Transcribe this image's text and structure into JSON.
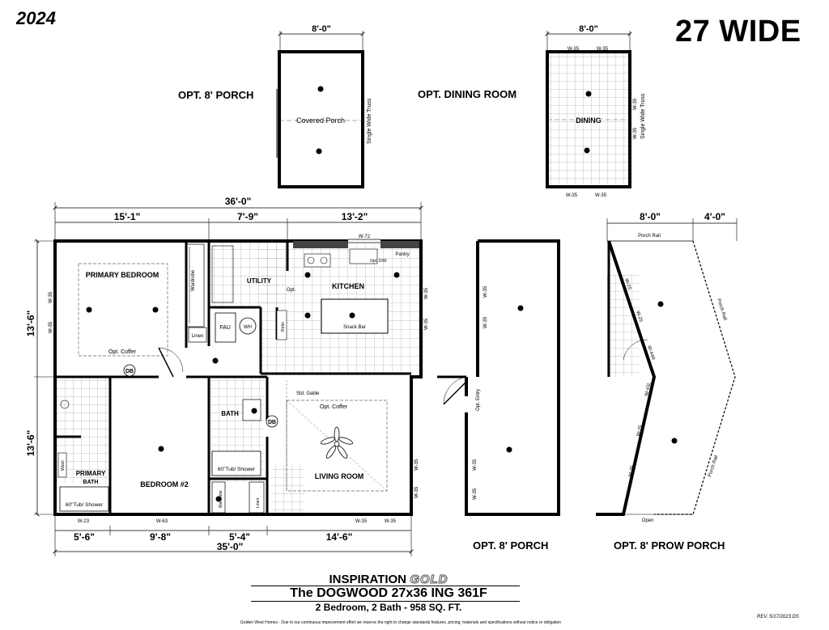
{
  "header": {
    "year": "2024",
    "width_label": "27 WIDE"
  },
  "options": {
    "porch_top": {
      "title": "OPT. 8' PORCH",
      "dim": "8'-0\"",
      "room": "Covered Porch",
      "truss": "Single Wide Truss"
    },
    "dining": {
      "title": "OPT. DINING ROOM",
      "dim": "8'-0\"",
      "room": "DINING",
      "truss": "Single Wide Truss",
      "windows": [
        "W-35",
        "W-35",
        "W-35",
        "W-35",
        "W-35",
        "W-35"
      ]
    },
    "porch_side": {
      "title": "OPT. 8' PORCH",
      "entry": "Opt. Entry",
      "windows": [
        "W-35",
        "W-35",
        "W-35",
        "W-35"
      ]
    },
    "prow": {
      "title": "OPT. 8' PROW PORCH",
      "dim_a": "8'-0\"",
      "dim_b": "4'-0\"",
      "rail_top": "Porch Rail",
      "rail_a": "Porch Rail",
      "rail_b": "Porch Rail",
      "open": "Open",
      "windows": [
        "W-25",
        "W-25",
        "W-44R",
        "W-43L",
        "W-25",
        "W-25"
      ]
    }
  },
  "plan": {
    "top_dims": {
      "overall": "36'-0\"",
      "a": "15'-1\"",
      "b": "7'-9\"",
      "c": "13'-2\""
    },
    "left_dims": {
      "a": "13'-6\"",
      "b": "13'-6\""
    },
    "bottom_dims": {
      "overall": "35'-0\"",
      "a": "5'-6\"",
      "b": "9'-8\"",
      "c": "5'-4\"",
      "d": "14'-6\""
    },
    "rooms": {
      "primary_bedroom": "PRIMARY BEDROOM",
      "opt_coffer_1": "Opt. Coffer",
      "wardrobe_1": "Wardrobe",
      "linen": "Linen",
      "utility": "UTILITY",
      "opt": "Opt.",
      "fau": "FAU",
      "wh": "WH",
      "kitchen": "KITCHEN",
      "snack_bar": "Snack Bar",
      "pantry": "Pantry",
      "opt_dw": "Opt. D/W",
      "refer": "Refer",
      "db_1": "DB",
      "db_2": "DB",
      "bath": "BATH",
      "tub_1": "60\"Tub/ Shower",
      "std_gable": "Std. Gable",
      "opt_coffer_2": "Opt. Coffer",
      "living_room": "LIVING ROOM",
      "primary_bath_1": "PRIMARY",
      "primary_bath_2": "BATH",
      "bedroom2": "BEDROOM #2",
      "tub_2": "60\"Tub/ Shower",
      "wardrobe_2": "Wardrobe",
      "linen_2": "Linen",
      "wash": "Wash"
    },
    "windows": {
      "w72": "W-72",
      "w35_l1": "W-35",
      "w35_l2": "W-35",
      "w35_r1": "W-35",
      "w35_r2": "W-35",
      "w23": "W-23",
      "w63": "W-63",
      "w35_b1": "W-35",
      "w35_b2": "W-35",
      "w35_rr1": "W-35",
      "w35_rr2": "W-35"
    }
  },
  "footer": {
    "series": "INSPIRATION",
    "series_sub": "GOLD",
    "model": "The DOGWOOD   27x36   ING 361F",
    "summary": "2 Bedroom, 2 Bath - 958 SQ. FT.",
    "disclaimer": "Golden West Homes - Due to our continuous improvement effort we reserve the right to change standards features, pricing, materials and specifications without notice or obligation",
    "revision": "REV. 5/17/2023  DS"
  }
}
